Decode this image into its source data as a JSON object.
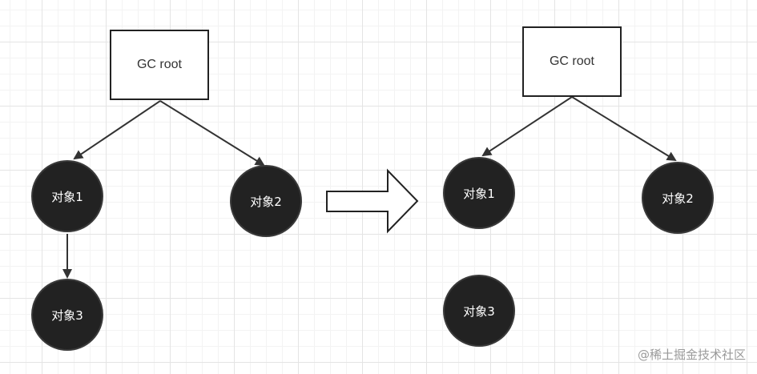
{
  "before": {
    "root_label": "GC root",
    "node1_label": "对象1",
    "node2_label": "对象2",
    "node3_label": "对象3"
  },
  "after": {
    "root_label": "GC root",
    "node1_label": "对象1",
    "node2_label": "对象2",
    "node3_label": "对象3"
  },
  "watermark": "@稀土掘金技术社区",
  "colors": {
    "node_fill": "#222222",
    "node_text": "#ffffff",
    "edge": "#333333",
    "grid": "#e4e4e4"
  }
}
